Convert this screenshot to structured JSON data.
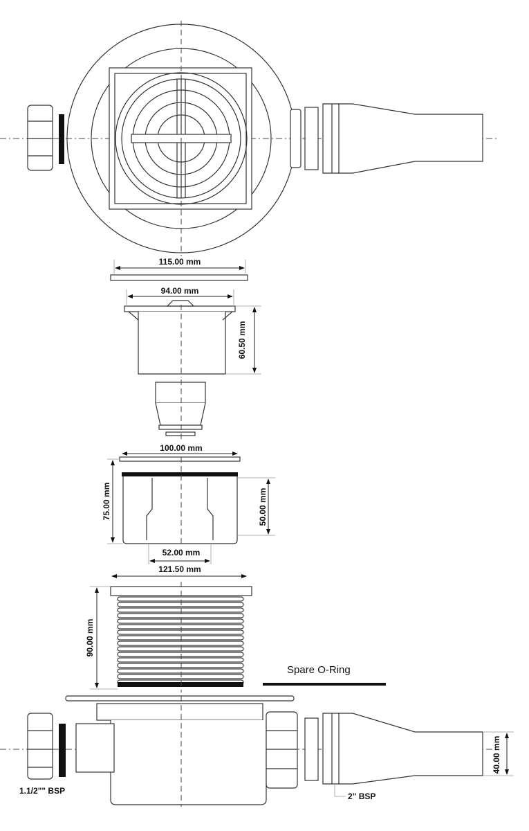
{
  "title": "Shower drain exploded technical drawing",
  "dimensions": {
    "cover_width": "115.00 mm",
    "grate_width": "94.00 mm",
    "trap_height": "60.50 mm",
    "body_width": "100.00 mm",
    "body_height": "75.00 mm",
    "inner_height": "50.00 mm",
    "outlet_width": "52.00 mm",
    "riser_width": "121.50 mm",
    "riser_height": "90.00 mm",
    "pipe_diameter": "40.00 mm"
  },
  "labels": {
    "spare_oring": "Spare O-Ring",
    "left_thread": "1.1/2\"\" BSP",
    "right_thread": "2\" BSP"
  },
  "colors": {
    "line": "#333333",
    "accent": "#111111"
  }
}
